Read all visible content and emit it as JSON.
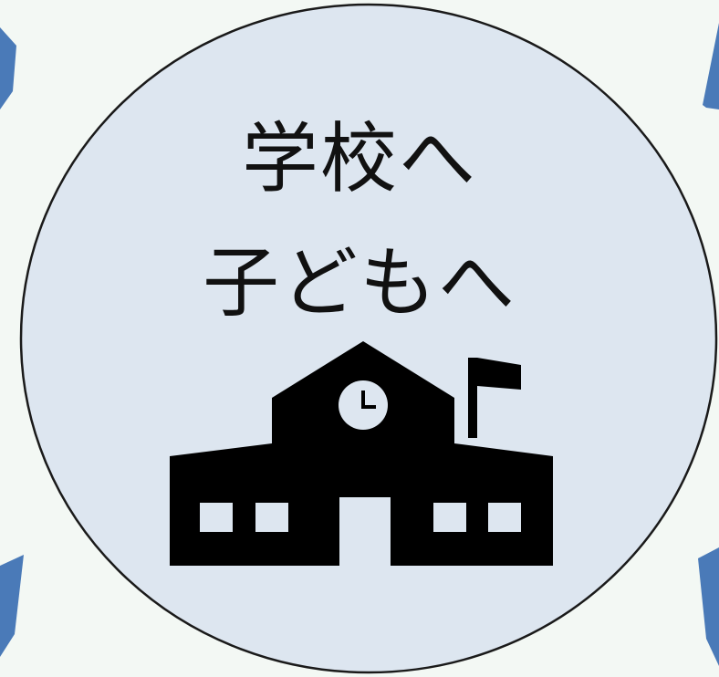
{
  "circle_label": {
    "line1": "学校へ",
    "line2": "子どもへ"
  },
  "colors": {
    "background": "#f3f8f4",
    "circle_fill": "#dde6f0",
    "circle_stroke": "#1a1a1a",
    "arrow": "#4a7ab8",
    "building": "#000000"
  },
  "icons": {
    "center": "school-building-icon",
    "arrows": [
      "arrow-top-left",
      "arrow-top-right",
      "arrow-bottom-left",
      "arrow-bottom-right"
    ]
  }
}
